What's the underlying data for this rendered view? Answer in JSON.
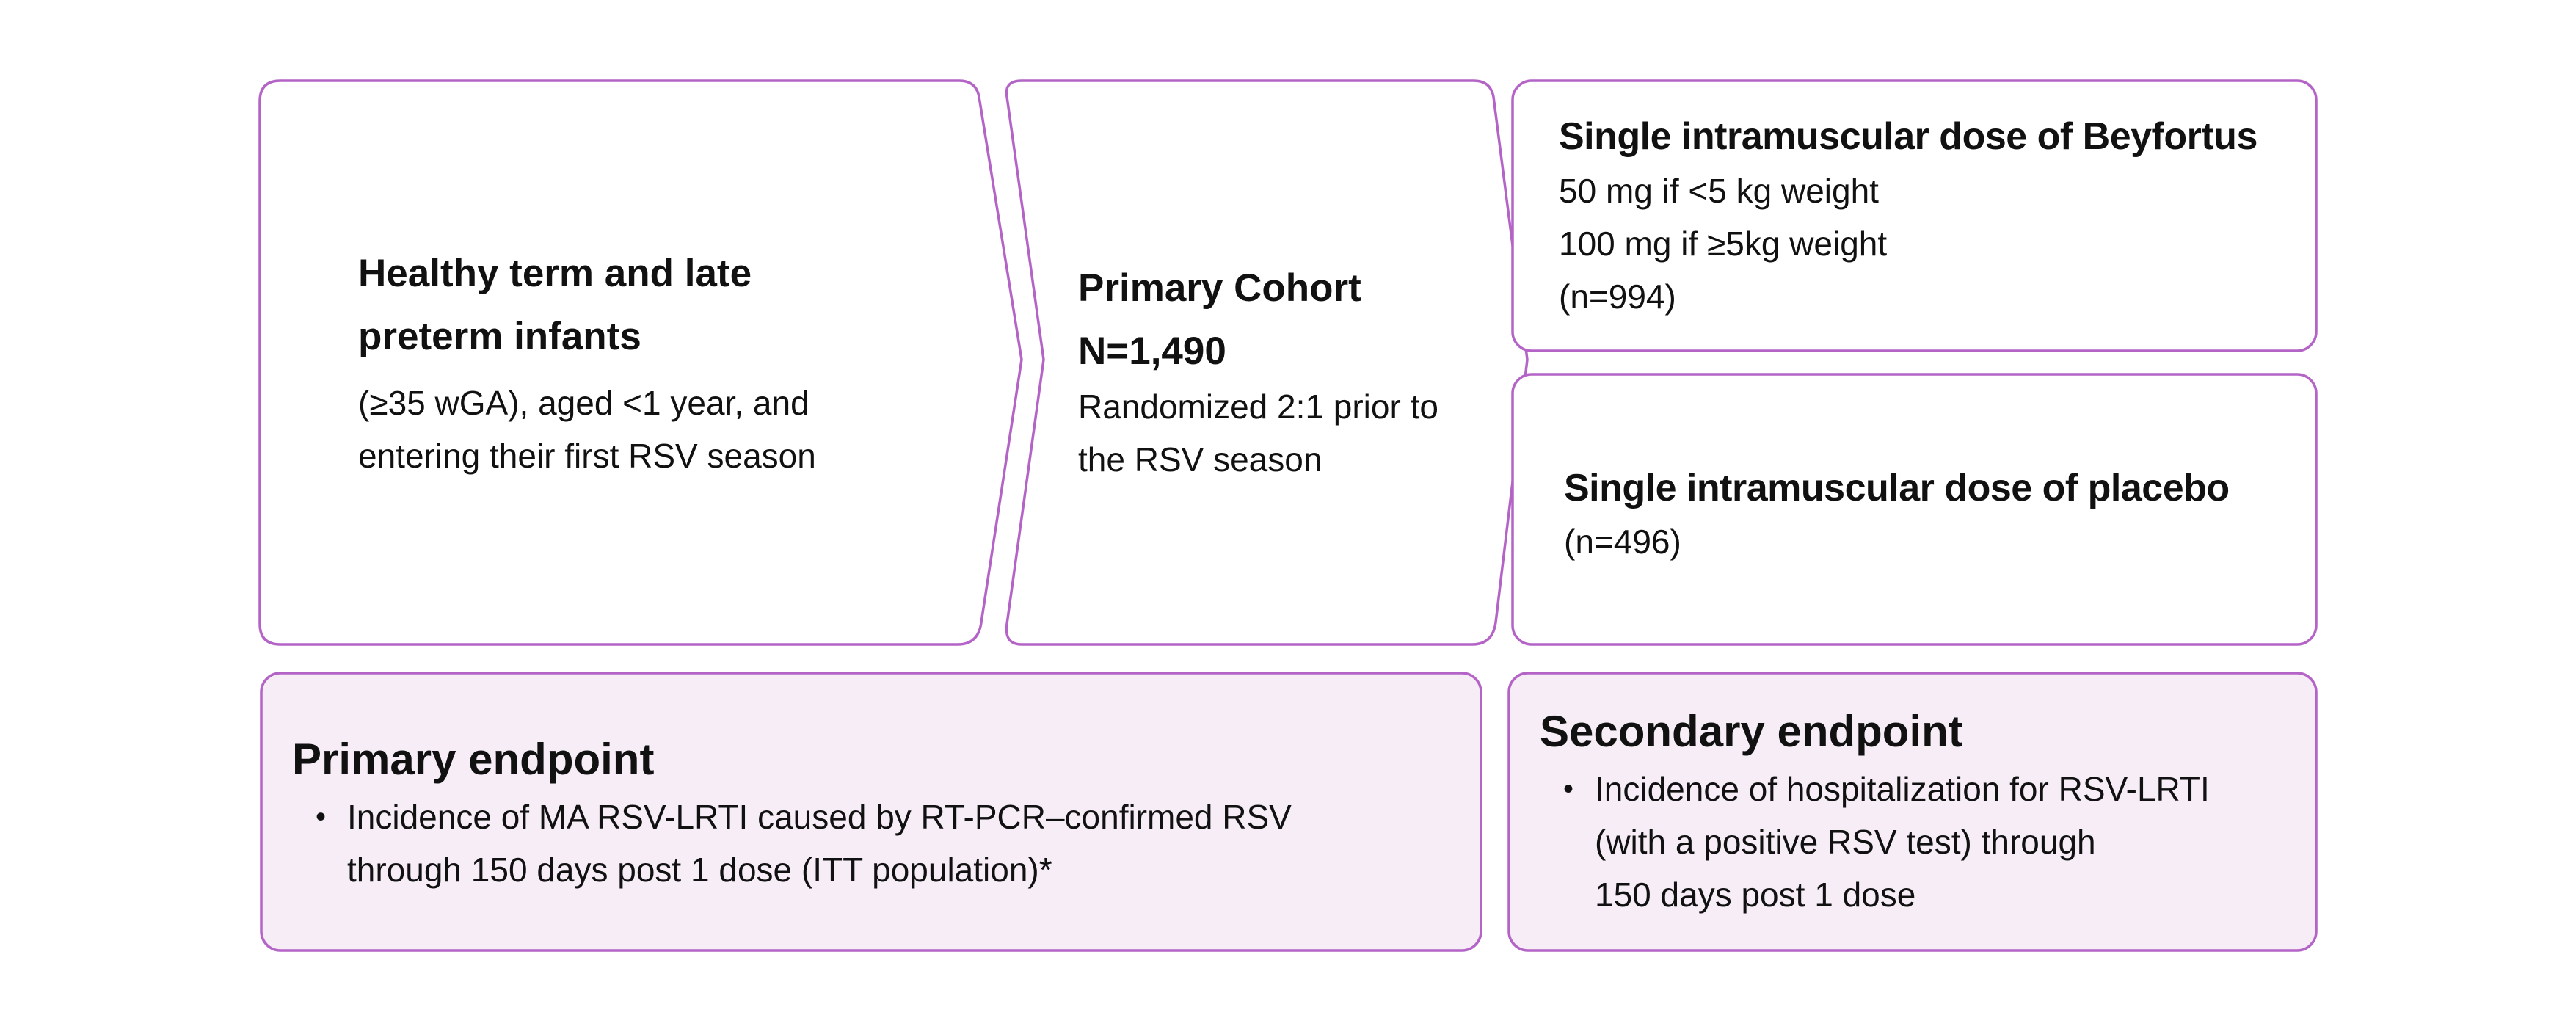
{
  "colors": {
    "border": "#B463C6",
    "endpoint_fill": "#F6EDF7",
    "text": "#111111",
    "background": "#FFFFFF"
  },
  "population": {
    "title_lines": [
      "Healthy term and late",
      "preterm infants"
    ],
    "desc_lines": [
      "(≥35 wGA), aged <1 year, and",
      "entering their first RSV season"
    ]
  },
  "cohort": {
    "title_lines": [
      "Primary Cohort",
      "N=1,490"
    ],
    "desc_lines": [
      "Randomized 2:1 prior to",
      "the RSV season"
    ]
  },
  "arm_beyfortus": {
    "title": "Single intramuscular dose of Beyfortus",
    "lines": [
      "50 mg if <5 kg weight",
      "100 mg if ≥5kg weight",
      "(n=994)"
    ]
  },
  "arm_placebo": {
    "title": "Single intramuscular dose of placebo",
    "n": "(n=496)"
  },
  "primary_endpoint": {
    "title": "Primary endpoint",
    "bullet": "•",
    "item_lines": [
      "Incidence of MA RSV-LRTI caused by RT-PCR–confirmed RSV",
      "through 150 days post 1 dose (ITT population)*"
    ]
  },
  "secondary_endpoint": {
    "title": "Secondary endpoint",
    "bullet": "•",
    "item_lines": [
      "Incidence of hospitalization for RSV-LRTI",
      "(with a positive RSV test) through",
      "150 days post 1 dose"
    ]
  }
}
